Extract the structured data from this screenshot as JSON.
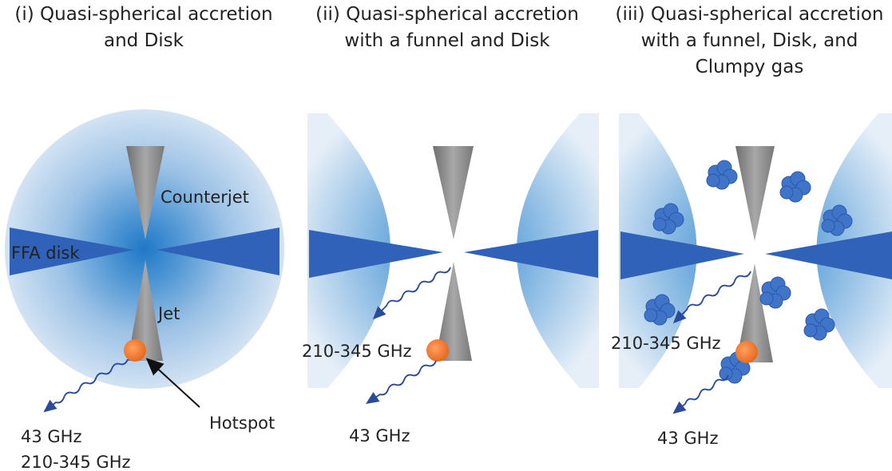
{
  "panels": [
    {
      "title_lines": [
        "(i) Quasi-spherical accretion",
        "and Disk"
      ]
    },
    {
      "title_lines": [
        "(ii) Quasi-spherical accretion",
        "with a funnel and Disk"
      ]
    },
    {
      "title_lines": [
        "(iii) Quasi-spherical accretion",
        "with a funnel, Disk, and",
        "Clumpy gas"
      ]
    }
  ],
  "labels": {
    "counterjet": "Counterjet",
    "ffa_disk": "FFA disk",
    "jet": "Jet",
    "hotspot": "Hotspot",
    "p1_freq_1": "43 GHz",
    "p1_freq_2": "210-345 GHz",
    "p2_freq_high": "210-345 GHz",
    "p2_freq_low": "43 GHz",
    "p3_freq_high": "210-345 GHz",
    "p3_freq_low": "43 GHz"
  },
  "colors": {
    "gas_blue": "#2a7fc8",
    "disk_blue": "#2f62b8",
    "jet_gray": "#8c8c8c",
    "hotspot_orange": "#f08030",
    "wave_blue": "#2a4a9a",
    "clump_blue": "#3f74c8"
  }
}
